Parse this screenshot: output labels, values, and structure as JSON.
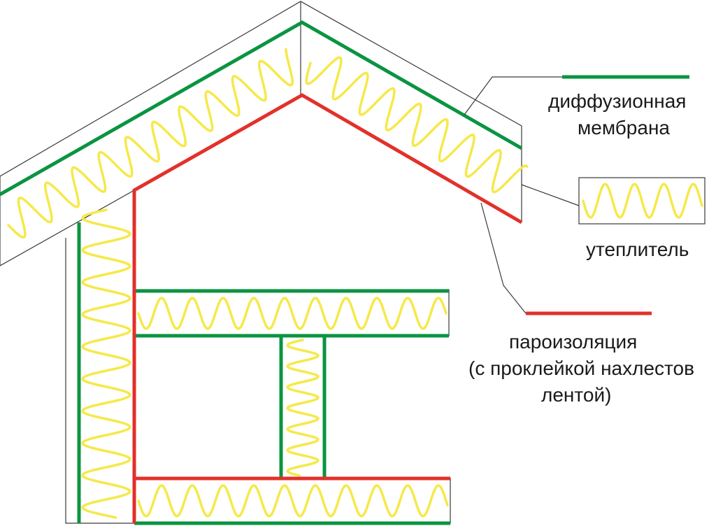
{
  "colors": {
    "membrane": "#0a9441",
    "vapor_barrier": "#e2312b",
    "insulation": "#f5e94a",
    "outline": "#3a3a3a",
    "text": "#1a1a1a"
  },
  "legend": {
    "membrane": {
      "line1": "диффузионная",
      "line2": "мембрана"
    },
    "insulation": {
      "line1": "утеплитель"
    },
    "vapor_barrier": {
      "line1": "пароизоляция",
      "line2": "(с проклейкой нахлестов",
      "line3": "лентой)"
    }
  }
}
